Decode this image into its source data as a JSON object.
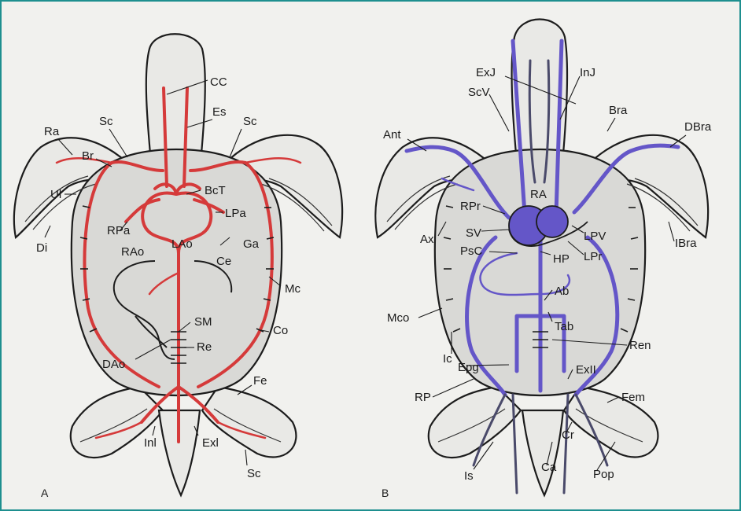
{
  "figure": {
    "panel_a": {
      "panel_label": "A",
      "labels": {
        "cc": "CC",
        "es": "Es",
        "sc_left": "Sc",
        "sc_right": "Sc",
        "ra": "Ra",
        "br": "Br",
        "ul": "Ul",
        "di": "Di",
        "bct": "BcT",
        "lpa": "LPa",
        "rpa": "RPa",
        "ga": "Ga",
        "rao": "RAo",
        "lao": "LAo",
        "ce": "Ce",
        "mc": "Mc",
        "sm": "SM",
        "co": "Co",
        "re": "Re",
        "dao": "DAo",
        "fe": "Fe",
        "inl": "Inl",
        "exl": "Exl",
        "sc_bottom": "Sc"
      }
    },
    "panel_b": {
      "panel_label": "B",
      "labels": {
        "exj": "ExJ",
        "inj": "InJ",
        "scv": "ScV",
        "bra": "Bra",
        "ant": "Ant",
        "dbra": "DBra",
        "ra": "RA",
        "rpr": "RPr",
        "sv": "SV",
        "lpv": "LPV",
        "ax": "Ax",
        "psc": "PsC",
        "hp": "HP",
        "lpr": "LPr",
        "ibra": "IBra",
        "ab": "Ab",
        "mco": "Mco",
        "tab": "Tab",
        "ic": "Ic",
        "ren": "Ren",
        "epg": "Epg",
        "exii": "ExII",
        "rp": "RP",
        "fem": "Fem",
        "cr": "Cr",
        "is": "Is",
        "ca": "Ca",
        "pop": "Pop"
      }
    },
    "colors": {
      "artery": "#d53a3a",
      "vein": "#6456c8",
      "frame": "#1e8f8f"
    }
  }
}
